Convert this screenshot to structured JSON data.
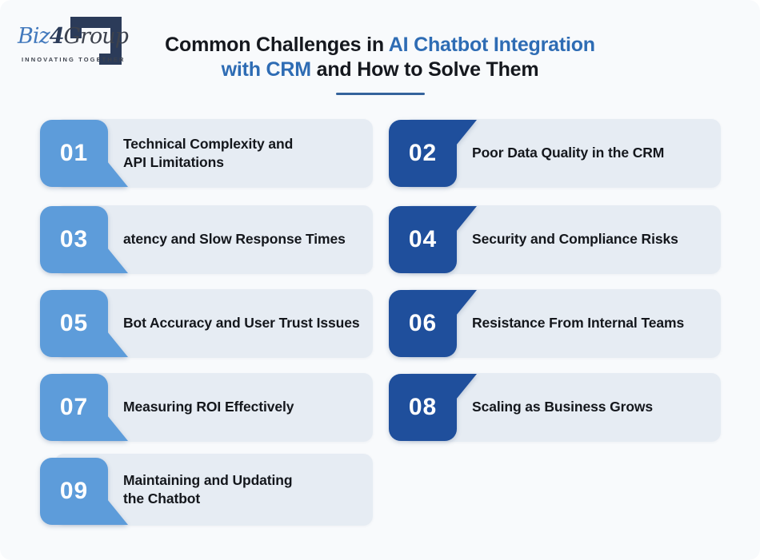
{
  "colors": {
    "page_bg": "#f8fafc",
    "panel_bg": "#e6ecf3",
    "badge_light": "#5d9cda",
    "badge_dark": "#1f4f9c",
    "title_dark": "#15181e",
    "title_blue": "#2e6cb4",
    "underline": "#35639c",
    "card_text": "#14171c",
    "logo_navy": "#2b3b59",
    "logo_blue": "#4279bd",
    "logo_gray": "#3d424d"
  },
  "logo": {
    "word_biz": "Biz",
    "word_4": "4",
    "word_group": "Group",
    "tagline": "INNOVATING TOGETHER"
  },
  "header": {
    "line1_dark": "Common Challenges in ",
    "line1_blue": "AI Chatbot Integration",
    "line2_blue": "with CRM",
    "line2_dark": " and How to Solve Them"
  },
  "cards": [
    {
      "num": "01",
      "title": "Technical Complexity and\nAPI Limitations"
    },
    {
      "num": "02",
      "title": "Poor Data Quality in the CRM"
    },
    {
      "num": "03",
      "title": "atency and Slow Response Times"
    },
    {
      "num": "04",
      "title": "Security and Compliance Risks"
    },
    {
      "num": "05",
      "title": "Bot Accuracy and User Trust Issues"
    },
    {
      "num": "06",
      "title": "Resistance From Internal Teams"
    },
    {
      "num": "07",
      "title": "Measuring ROI Effectively"
    },
    {
      "num": "08",
      "title": "Scaling as Business Grows"
    },
    {
      "num": "09",
      "title": "Maintaining and Updating\nthe Chatbot"
    }
  ]
}
